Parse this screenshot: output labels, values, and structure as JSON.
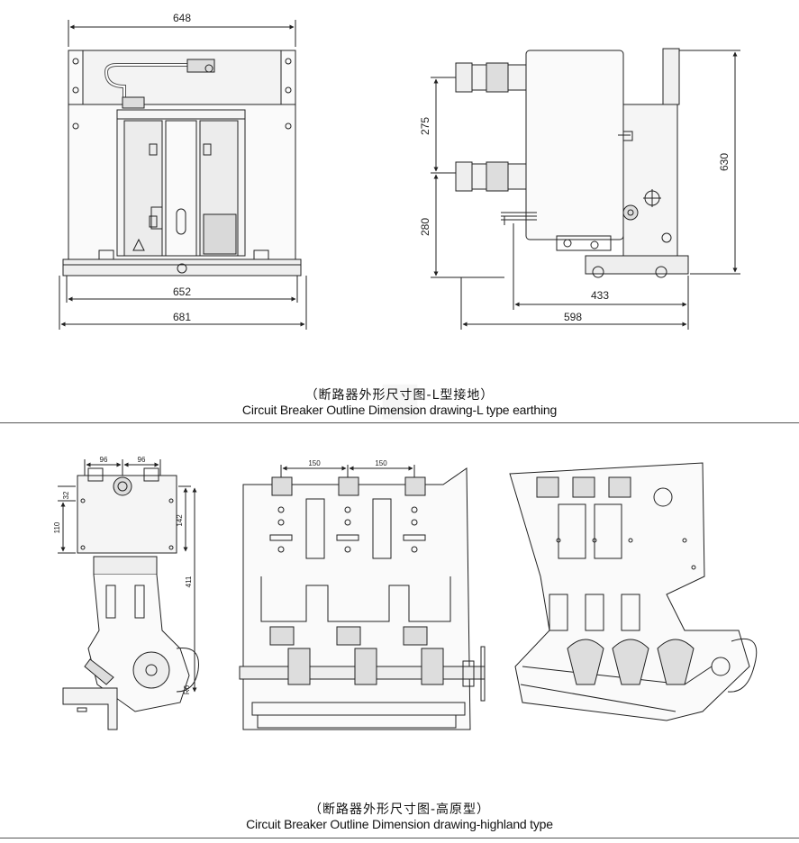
{
  "top_figure": {
    "front_view": {
      "width_top": "648",
      "width_middle": "652",
      "width_bottom": "681"
    },
    "side_view": {
      "height_upper": "275",
      "height_lower": "280",
      "height_total": "630",
      "depth_wheels": "433",
      "depth_total": "598"
    },
    "caption_zh": "（断路器外形尺寸图-L型接地）",
    "caption_en": "Circuit Breaker Outline Dimension drawing-L type earthing"
  },
  "bottom_figure": {
    "side_view": {
      "pitch_left": "96",
      "pitch_right": "96",
      "offset_32": "32",
      "height_110": "110",
      "height_142": "142",
      "height_411": "411",
      "radius_label": "R6"
    },
    "front_view": {
      "pitch_left": "150",
      "pitch_right": "150"
    },
    "caption_zh": "（断路器外形尺寸图-高原型）",
    "caption_en": "Circuit Breaker Outline Dimension drawing-highland type"
  },
  "colors": {
    "line": "#222222",
    "fill_light": "#f3f3f3",
    "fill_mid": "#d9d9d9",
    "rule": "#555555"
  }
}
